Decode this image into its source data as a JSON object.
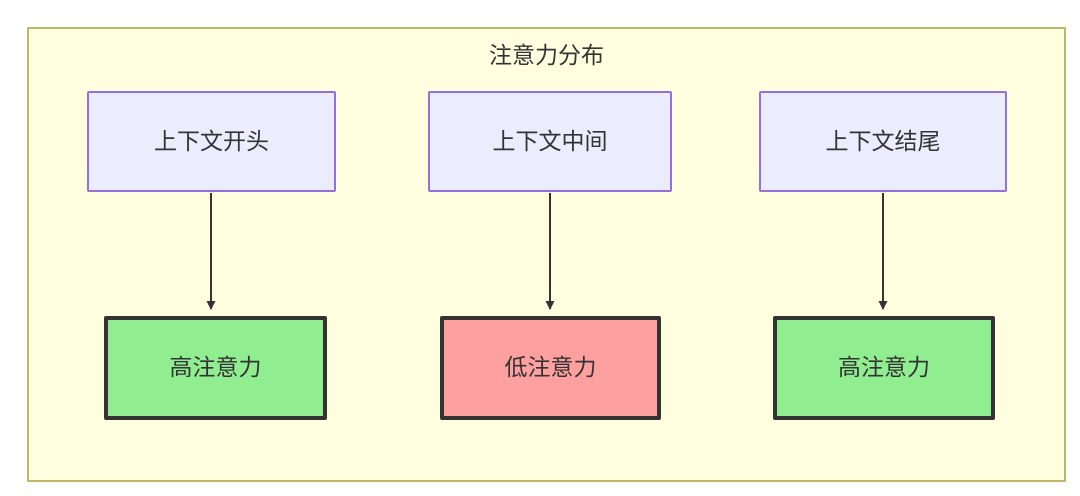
{
  "diagram": {
    "title": "注意力分布",
    "background_color": "#ffffe0",
    "border_color": "#bdb76b",
    "canvas_color": "#ffffff",
    "text_color": "#333333",
    "nodes": [
      {
        "id": "ctx-start",
        "label": "上下文开头",
        "row": "top",
        "fill": "#ececff",
        "stroke": "#9370db"
      },
      {
        "id": "ctx-middle",
        "label": "上下文中间",
        "row": "top",
        "fill": "#ececff",
        "stroke": "#9370db"
      },
      {
        "id": "ctx-end",
        "label": "上下文结尾",
        "row": "top",
        "fill": "#ececff",
        "stroke": "#9370db"
      },
      {
        "id": "attn-high-1",
        "label": "高注意力",
        "row": "bottom",
        "fill": "#90ee90",
        "stroke": "#333333"
      },
      {
        "id": "attn-low",
        "label": "低注意力",
        "row": "bottom",
        "fill": "#ffa0a0",
        "stroke": "#333333"
      },
      {
        "id": "attn-high-2",
        "label": "高注意力",
        "row": "bottom",
        "fill": "#90ee90",
        "stroke": "#333333"
      }
    ],
    "edges": [
      {
        "id": "edge-1",
        "from": "ctx-start",
        "to": "attn-high-1",
        "label": "",
        "arrow": "arrow-head-icon"
      },
      {
        "id": "edge-2",
        "from": "ctx-middle",
        "to": "attn-low",
        "label": "",
        "arrow": "arrow-head-icon"
      },
      {
        "id": "edge-3",
        "from": "ctx-end",
        "to": "attn-high-2",
        "label": "",
        "arrow": "arrow-head-icon"
      }
    ]
  }
}
